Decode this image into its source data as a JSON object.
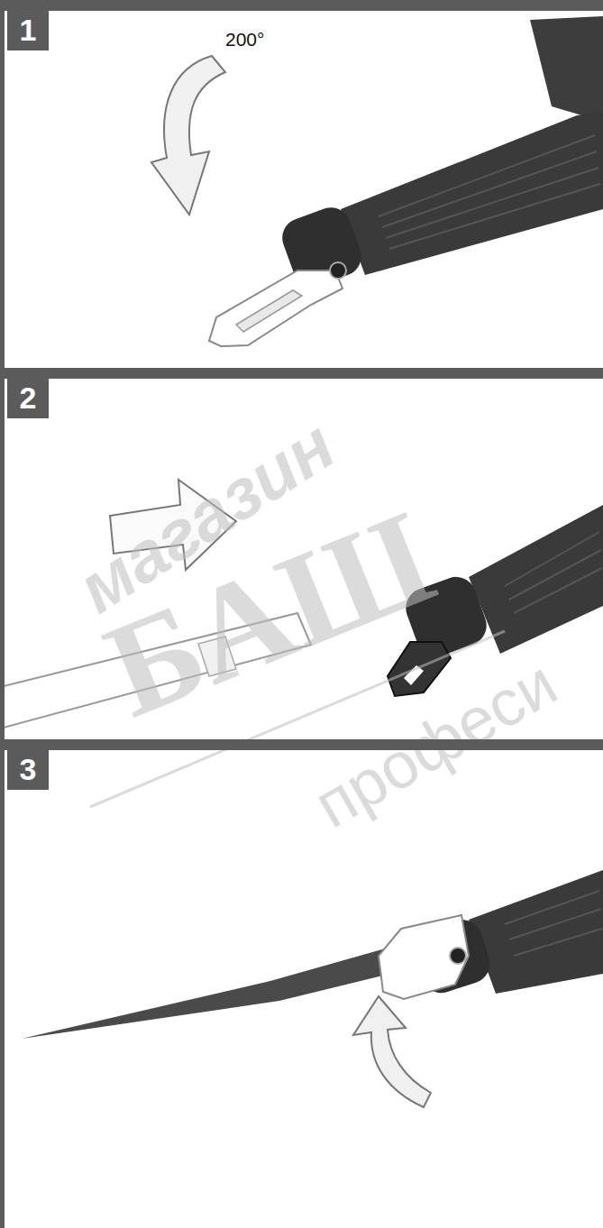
{
  "diagram": {
    "nodes": [
      {
        "text": [
          "1",
          "200°"
        ]
      },
      {
        "text": [
          "2"
        ]
      },
      {
        "text": [
          "3"
        ]
      }
    ],
    "labels": [
      "магазин",
      "БАШ",
      "професи"
    ]
  }
}
